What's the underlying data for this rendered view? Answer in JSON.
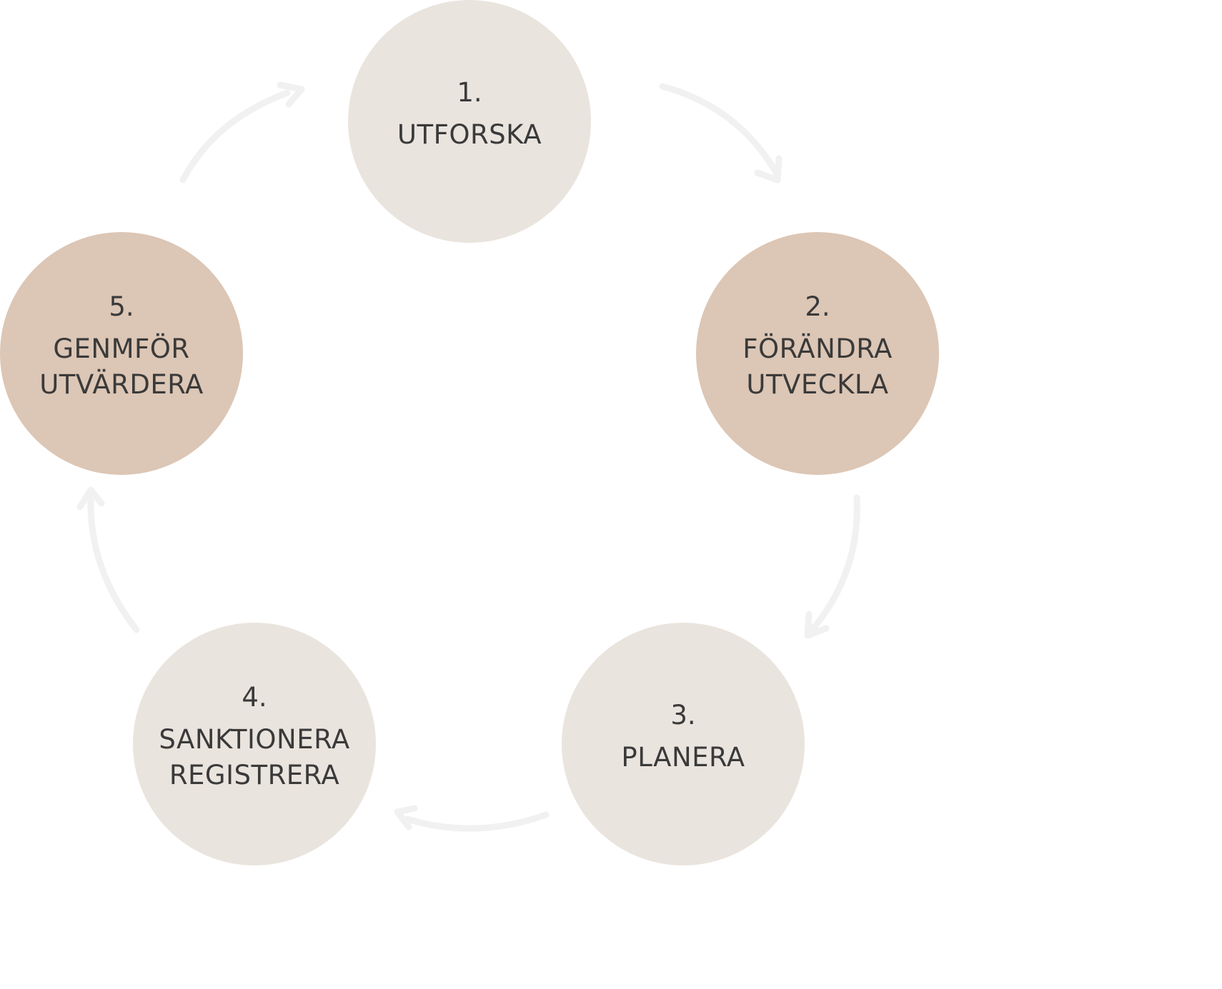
{
  "colors": {
    "light_node": "#eae4de",
    "tan_node": "#dcc6b5",
    "text": "#3a3a3a",
    "arrow": "#f1f1f1"
  },
  "steps": [
    {
      "number": "1.",
      "lines": [
        "UTFORSKA"
      ],
      "tone": "light"
    },
    {
      "number": "2.",
      "lines": [
        "FÖRÄNDRA",
        "UTVECKLA"
      ],
      "tone": "tan"
    },
    {
      "number": "3.",
      "lines": [
        "PLANERA"
      ],
      "tone": "light"
    },
    {
      "number": "4.",
      "lines": [
        "SANKTIONERA",
        "REGISTRERA"
      ],
      "tone": "light"
    },
    {
      "number": "5.",
      "lines": [
        "GENMFÖR",
        "UTVÄRDERA"
      ],
      "tone": "tan"
    }
  ]
}
